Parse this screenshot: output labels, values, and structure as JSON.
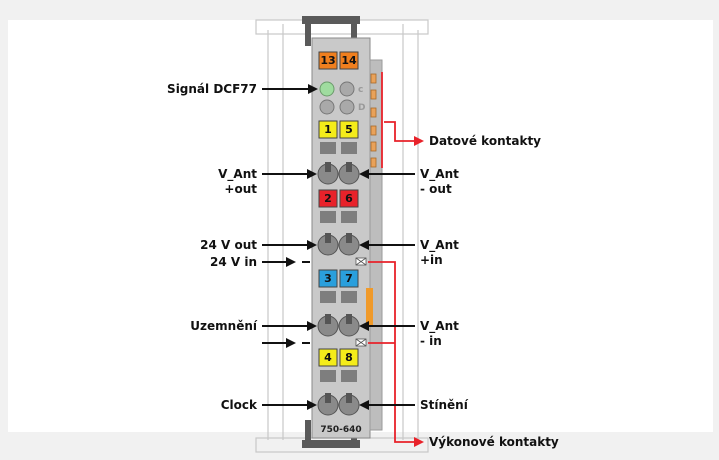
{
  "module": {
    "model": "750-640"
  },
  "terminals": [
    {
      "number": "13",
      "color": "#f07f1e"
    },
    {
      "number": "14",
      "color": "#f07f1e"
    },
    {
      "number": "1",
      "color": "#f4ec1a"
    },
    {
      "number": "5",
      "color": "#f4ec1a"
    },
    {
      "number": "2",
      "color": "#e8222a"
    },
    {
      "number": "6",
      "color": "#e8222a"
    },
    {
      "number": "3",
      "color": "#2a9fdc"
    },
    {
      "number": "7",
      "color": "#2a9fdc"
    },
    {
      "number": "4",
      "color": "#f4ec1a"
    },
    {
      "number": "8",
      "color": "#f4ec1a"
    }
  ],
  "labels": {
    "signal": "Signál DCF77",
    "data_contacts": "Datové kontakty",
    "v_ant_plus_out_1": "V_Ant",
    "v_ant_plus_out_2": "+out",
    "v_ant_minus_out_1": "V_Ant",
    "v_ant_minus_out_2": "- out",
    "out_24v": "24 V out",
    "in_24v": "24 V in",
    "v_ant_plus_in_1": "V_Ant",
    "v_ant_plus_in_2": "+in",
    "ground": "Uzemnění",
    "v_ant_minus_in_1": "V_Ant",
    "v_ant_minus_in_2": "- in",
    "clock": "Clock",
    "shield": "Stínění",
    "power_contacts": "Výkonové kontakty"
  },
  "colors": {
    "arrow": "#111111",
    "red_line": "#e8222a",
    "body": "#c9c9c9",
    "led": "#9fdc9f"
  }
}
